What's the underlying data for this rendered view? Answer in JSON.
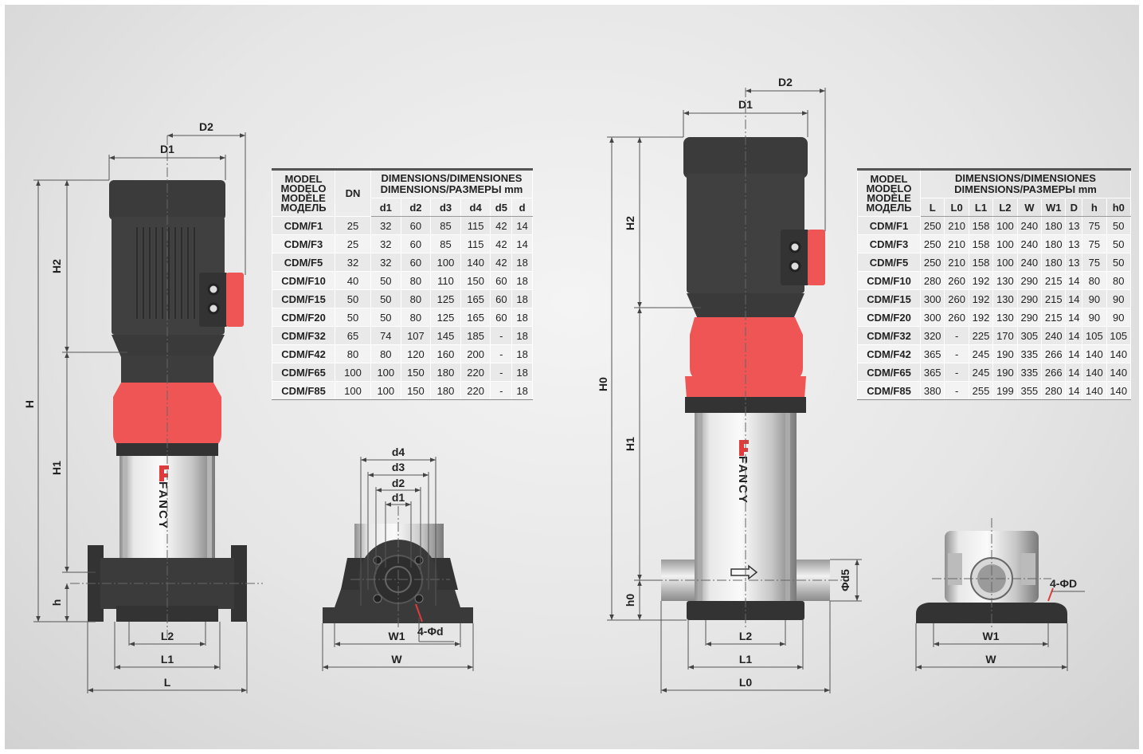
{
  "brand": "FANCY",
  "colors": {
    "accent_red": "#f05555",
    "motor_dark": "#3a3a3a",
    "steel": "#c9c9c9"
  },
  "left": {
    "labels": {
      "D1": "D1",
      "D2": "D2",
      "H": "H",
      "H1": "H1",
      "H2": "H2",
      "h": "h",
      "L": "L",
      "L1": "L1",
      "L2": "L2"
    },
    "plan": {
      "d1": "d1",
      "d2": "d2",
      "d3": "d3",
      "d4": "d4",
      "W": "W",
      "W1": "W1",
      "holes": "4-Φd"
    },
    "table": {
      "model_header": [
        "MODEL",
        "MODELO",
        "MODÈLE",
        "МОДЕЛЬ"
      ],
      "dn_header": "DN",
      "dim_header_line1": "DIMENSIONS/DIMENSIONES",
      "dim_header_line2": "DIMENSIONS/РАЗМЕРЫ mm",
      "columns": [
        "d1",
        "d2",
        "d3",
        "d4",
        "d5",
        "d"
      ],
      "rows": [
        [
          "CDM/F1",
          "25",
          "32",
          "60",
          "85",
          "115",
          "42",
          "14"
        ],
        [
          "CDM/F3",
          "25",
          "32",
          "60",
          "85",
          "115",
          "42",
          "14"
        ],
        [
          "CDM/F5",
          "32",
          "32",
          "60",
          "100",
          "140",
          "42",
          "18"
        ],
        [
          "CDM/F10",
          "40",
          "50",
          "80",
          "110",
          "150",
          "60",
          "18"
        ],
        [
          "CDM/F15",
          "50",
          "50",
          "80",
          "125",
          "165",
          "60",
          "18"
        ],
        [
          "CDM/F20",
          "50",
          "50",
          "80",
          "125",
          "165",
          "60",
          "18"
        ],
        [
          "CDM/F32",
          "65",
          "74",
          "107",
          "145",
          "185",
          "-",
          "18"
        ],
        [
          "CDM/F42",
          "80",
          "80",
          "120",
          "160",
          "200",
          "-",
          "18"
        ],
        [
          "CDM/F65",
          "100",
          "100",
          "150",
          "180",
          "220",
          "-",
          "18"
        ],
        [
          "CDM/F85",
          "100",
          "100",
          "150",
          "180",
          "220",
          "-",
          "18"
        ]
      ]
    }
  },
  "right": {
    "labels": {
      "D1": "D1",
      "D2": "D2",
      "H0": "H0",
      "H1": "H1",
      "H2": "H2",
      "h0": "h0",
      "L0": "L0",
      "L1": "L1",
      "L2": "L2",
      "d5": "Φd5"
    },
    "plan": {
      "W": "W",
      "W1": "W1",
      "holes": "4-ΦD"
    },
    "table": {
      "model_header": [
        "MODEL",
        "MODELO",
        "MODÈLE",
        "МОДЕЛЬ"
      ],
      "dim_header_line1": "DIMENSIONS/DIMENSIONES",
      "dim_header_line2": "DIMENSIONS/РАЗМЕРЫ mm",
      "columns": [
        "L",
        "L0",
        "L1",
        "L2",
        "W",
        "W1",
        "D",
        "h",
        "h0"
      ],
      "rows": [
        [
          "CDM/F1",
          "250",
          "210",
          "158",
          "100",
          "240",
          "180",
          "13",
          "75",
          "50"
        ],
        [
          "CDM/F3",
          "250",
          "210",
          "158",
          "100",
          "240",
          "180",
          "13",
          "75",
          "50"
        ],
        [
          "CDM/F5",
          "250",
          "210",
          "158",
          "100",
          "240",
          "180",
          "13",
          "75",
          "50"
        ],
        [
          "CDM/F10",
          "280",
          "260",
          "192",
          "130",
          "290",
          "215",
          "14",
          "80",
          "80"
        ],
        [
          "CDM/F15",
          "300",
          "260",
          "192",
          "130",
          "290",
          "215",
          "14",
          "90",
          "90"
        ],
        [
          "CDM/F20",
          "300",
          "260",
          "192",
          "130",
          "290",
          "215",
          "14",
          "90",
          "90"
        ],
        [
          "CDM/F32",
          "320",
          "-",
          "225",
          "170",
          "305",
          "240",
          "14",
          "105",
          "105"
        ],
        [
          "CDM/F42",
          "365",
          "-",
          "245",
          "190",
          "335",
          "266",
          "14",
          "140",
          "140"
        ],
        [
          "CDM/F65",
          "365",
          "-",
          "245",
          "190",
          "335",
          "266",
          "14",
          "140",
          "140"
        ],
        [
          "CDM/F85",
          "380",
          "-",
          "255",
          "199",
          "355",
          "280",
          "14",
          "140",
          "140"
        ]
      ]
    }
  }
}
